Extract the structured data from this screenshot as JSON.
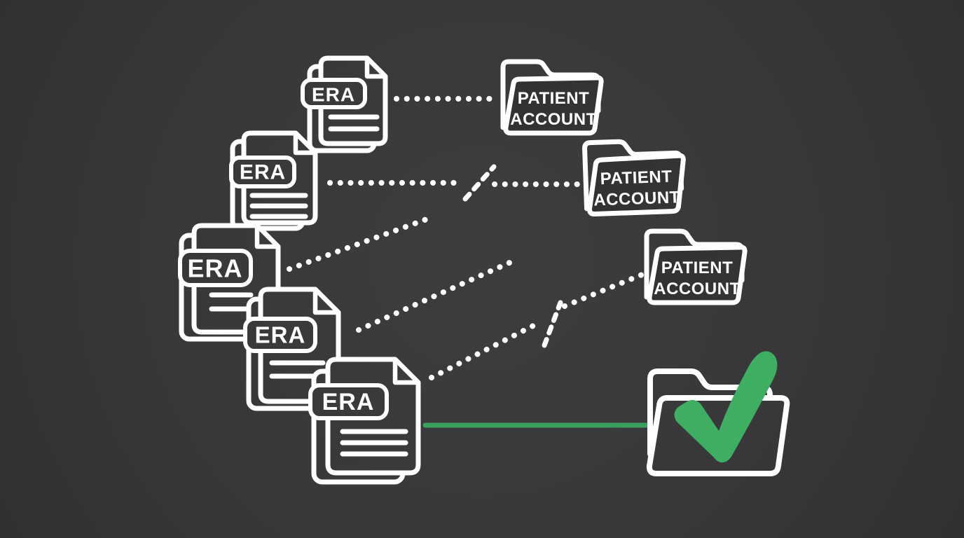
{
  "colors": {
    "background": "#39393a",
    "background_edge": "#313132",
    "outline_white": "#ffffff",
    "accent_green": "#3fae63",
    "line_green": "#3a9e5e"
  },
  "documents": [
    {
      "id": "era-1",
      "icon": "document-stack-icon",
      "label": "ERA"
    },
    {
      "id": "era-2",
      "icon": "document-stack-icon",
      "label": "ERA"
    },
    {
      "id": "era-3",
      "icon": "document-stack-icon",
      "label": "ERA"
    },
    {
      "id": "era-4",
      "icon": "document-stack-icon",
      "label": "ERA"
    },
    {
      "id": "era-5",
      "icon": "document-stack-icon",
      "label": "ERA"
    }
  ],
  "folders": [
    {
      "id": "patient-account-1",
      "icon": "folder-icon",
      "label_line1": "PATIENT",
      "label_line2": "ACCOUNT"
    },
    {
      "id": "patient-account-2",
      "icon": "folder-icon",
      "label_line1": "PATIENT",
      "label_line2": "ACCOUNT"
    },
    {
      "id": "patient-account-3",
      "icon": "folder-icon",
      "label_line1": "PATIENT",
      "label_line2": "ACCOUNT"
    }
  ],
  "result_folder": {
    "id": "matched-folder",
    "icon": "green-checkmark-icon"
  },
  "connections": [
    {
      "from": "era-1",
      "to": "patient-account-1",
      "style": "dotted"
    },
    {
      "from": "era-2",
      "to": "patient-account-2",
      "style": "dotted",
      "crossing_mark": true
    },
    {
      "from": "era-3",
      "to": "patient-account-2",
      "style": "dotted"
    },
    {
      "from": "era-4",
      "to": "patient-account-2",
      "style": "dotted"
    },
    {
      "from": "era-5",
      "to": "patient-account-3",
      "style": "dotted",
      "crossing_mark": true
    },
    {
      "from": "era-5",
      "to": "matched-folder",
      "style": "solid-green"
    }
  ]
}
